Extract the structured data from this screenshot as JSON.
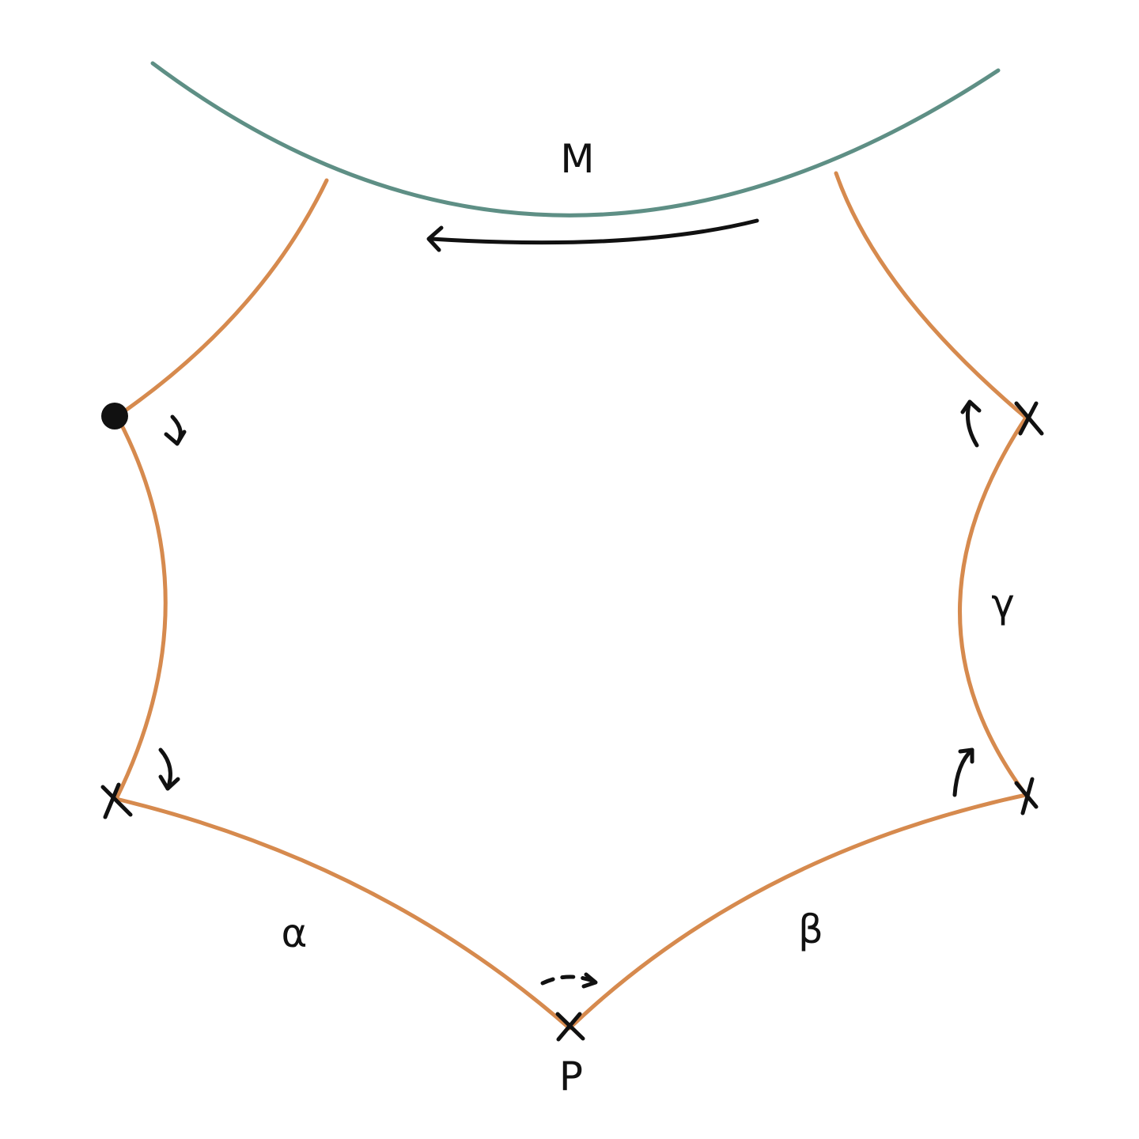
{
  "diagram": {
    "colors": {
      "boundary_curve": "#5e8f85",
      "edges": "#d68a4e",
      "ink": "#111111",
      "background": "#ffffff"
    },
    "labels": {
      "boundary": "M",
      "alpha": "α",
      "beta": "β",
      "gamma": "γ",
      "vertex_bottom": "P"
    },
    "vertices": [
      {
        "name": "left-top",
        "marker": "dot"
      },
      {
        "name": "left-bottom",
        "marker": "cross"
      },
      {
        "name": "bottom",
        "marker": "cross"
      },
      {
        "name": "right-bottom",
        "marker": "cross"
      },
      {
        "name": "right-top",
        "marker": "cross"
      }
    ],
    "arrows": [
      {
        "name": "boundary-direction",
        "direction": "left"
      },
      {
        "name": "left-top-arrow",
        "direction": "down"
      },
      {
        "name": "left-bottom-arrow",
        "direction": "down"
      },
      {
        "name": "right-top-arrow",
        "direction": "up"
      },
      {
        "name": "right-bottom-arrow",
        "direction": "up"
      },
      {
        "name": "bottom-dashed-arrow",
        "direction": "right"
      }
    ]
  }
}
